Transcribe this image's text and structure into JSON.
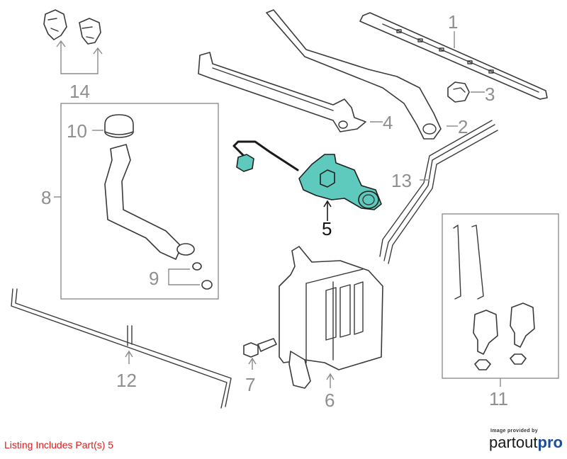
{
  "callouts": {
    "c1": "1",
    "c2": "2",
    "c3": "3",
    "c4": "4",
    "c5": "5",
    "c6": "6",
    "c7": "7",
    "c8": "8",
    "c9": "9",
    "c10": "10",
    "c11": "11",
    "c12": "12",
    "c13": "13",
    "c14": "14"
  },
  "highlighted_part": "5",
  "colors": {
    "highlight": "#5ec9bd",
    "callout_gray": "#8f8f8f",
    "listing_red": "#e01b1b",
    "brand_blue": "#1e4d9a"
  },
  "footer": {
    "listing_note": "Listing Includes Part(s) 5",
    "credit_small": "Image provided by",
    "brand_part": "partout",
    "brand_pro": "pro"
  }
}
